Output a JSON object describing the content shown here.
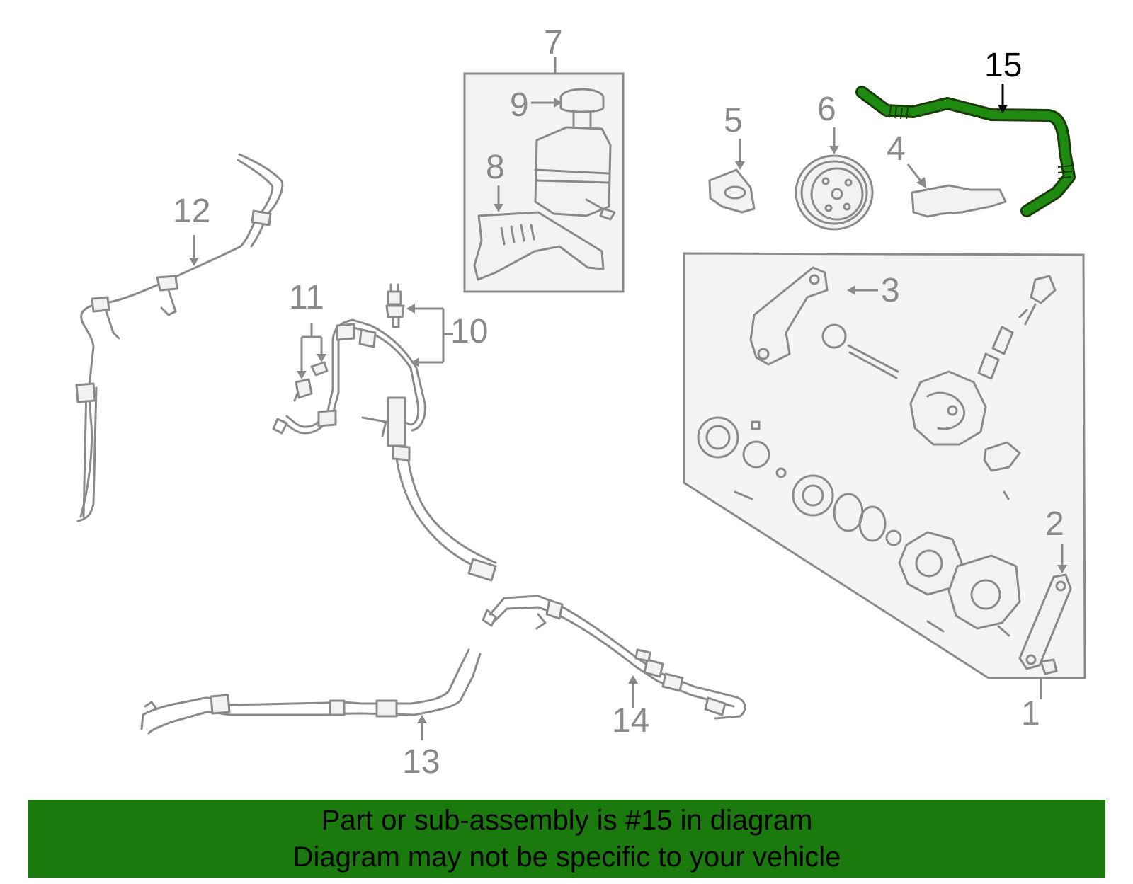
{
  "callouts": {
    "c1": "1",
    "c2": "2",
    "c3": "3",
    "c4": "4",
    "c5": "5",
    "c6": "6",
    "c7": "7",
    "c8": "8",
    "c9": "9",
    "c10": "10",
    "c11": "11",
    "c12": "12",
    "c13": "13",
    "c14": "14",
    "c15": "15"
  },
  "highlighted_part": "15",
  "colors": {
    "highlight": "#1e8a10",
    "banner": "#1a7a0e",
    "line_art": "#8a8a8a"
  },
  "banner": {
    "line1": "Part or sub-assembly is #15 in diagram",
    "line2": "Diagram may not be specific to your vehicle"
  }
}
